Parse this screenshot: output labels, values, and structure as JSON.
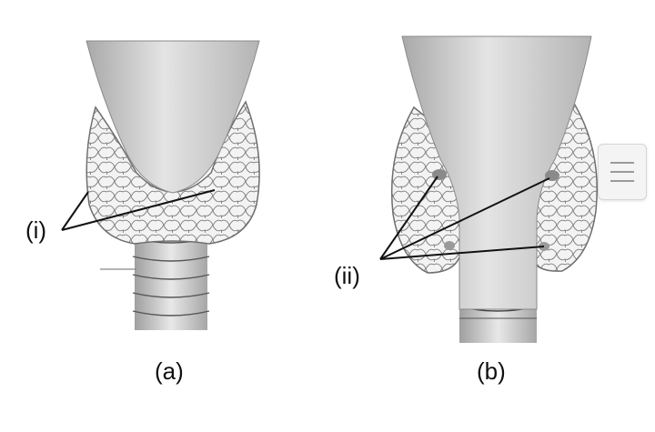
{
  "labels": {
    "i": "(i)",
    "ii": "(ii)"
  },
  "captions": {
    "a": "(a)",
    "b": "(b)"
  },
  "icons": {
    "menu": "hamburger-menu-icon"
  },
  "colors": {
    "larynx": "#cfcfcf",
    "gland_outline": "#6e6e6e",
    "gland_fill": "#f2f2f2",
    "parathyroid": "#8a8a8a",
    "pointer": "#111111"
  }
}
